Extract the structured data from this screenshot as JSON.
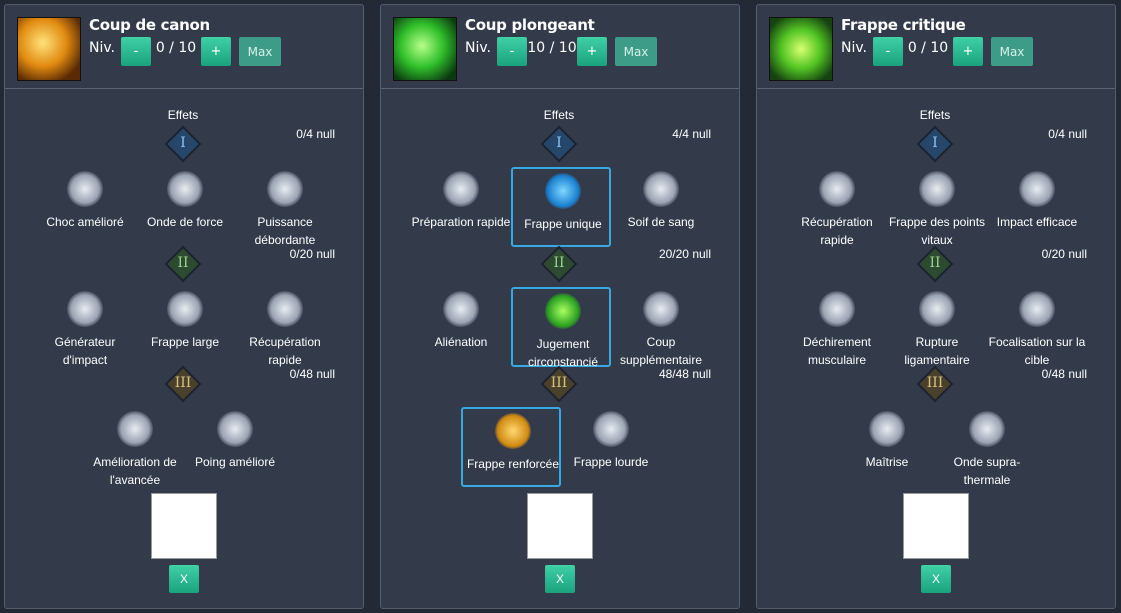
{
  "panels": [
    {
      "name": "Coup de canon",
      "niv_label": "Niv.",
      "minus": "-",
      "plus": "+",
      "max": "Max",
      "level": "0 / 10",
      "effets": "Effets",
      "tiers": [
        {
          "numeral": "I",
          "count": "0/4 null",
          "skills": [
            {
              "label": "Choc amélioré",
              "icon": "shock-swirl-icon"
            },
            {
              "label": "Onde de force",
              "icon": "force-wave-icon"
            },
            {
              "label": "Puissance débordante",
              "icon": "overflow-power-icon"
            }
          ]
        },
        {
          "numeral": "II",
          "count": "0/20 null",
          "skills": [
            {
              "label": "Générateur d'impact",
              "icon": "impact-generator-icon"
            },
            {
              "label": "Frappe large",
              "icon": "wide-strike-icon"
            },
            {
              "label": "Récupération rapide",
              "icon": "hourglass-icon"
            }
          ]
        },
        {
          "numeral": "III",
          "count": "0/48 null",
          "skills": [
            {
              "label": "Amélioration de l'avancée",
              "icon": "dash-runner-icon"
            },
            {
              "label": "Poing amélioré",
              "icon": "fist-aura-icon"
            }
          ]
        }
      ],
      "close": "X"
    },
    {
      "name": "Coup plongeant",
      "niv_label": "Niv.",
      "minus": "-",
      "plus": "+",
      "max": "Max",
      "level": "10 / 10",
      "effets": "Effets",
      "tiers": [
        {
          "numeral": "I",
          "count": "4/4 null",
          "skills": [
            {
              "label": "Préparation rapide",
              "icon": "hourglass-icon"
            },
            {
              "label": "Frappe unique",
              "icon": "single-strike-icon",
              "selected": true
            },
            {
              "label": "Soif de sang",
              "icon": "bloodlust-icon"
            }
          ]
        },
        {
          "numeral": "II",
          "count": "20/20 null",
          "skills": [
            {
              "label": "Aliénation",
              "icon": "alienation-icon"
            },
            {
              "label": "Jugement circonstancié",
              "icon": "judgement-runner-icon",
              "selected": true
            },
            {
              "label": "Coup supplémentaire",
              "icon": "extra-hit-icon"
            }
          ]
        },
        {
          "numeral": "III",
          "count": "48/48 null",
          "skills": [
            {
              "label": "Frappe renforcée",
              "icon": "reinforced-strike-icon",
              "selected": true
            },
            {
              "label": "Frappe lourde",
              "icon": "heavy-strike-icon"
            }
          ]
        }
      ],
      "close": "X"
    },
    {
      "name": "Frappe critique",
      "niv_label": "Niv.",
      "minus": "-",
      "plus": "+",
      "max": "Max",
      "level": "0 / 10",
      "effets": "Effets",
      "tiers": [
        {
          "numeral": "I",
          "count": "0/4 null",
          "skills": [
            {
              "label": "Récupération rapide",
              "icon": "hourglass-icon"
            },
            {
              "label": "Frappe des points vitaux",
              "icon": "claw-icon"
            },
            {
              "label": "Impact efficace",
              "icon": "efficient-impact-icon"
            }
          ]
        },
        {
          "numeral": "II",
          "count": "0/20 null",
          "skills": [
            {
              "label": "Déchirement musculaire",
              "icon": "muscle-tear-icon"
            },
            {
              "label": "Rupture ligamentaire",
              "icon": "ligament-rupture-icon"
            },
            {
              "label": "Focalisation sur la cible",
              "icon": "target-focus-icon"
            }
          ]
        },
        {
          "numeral": "III",
          "count": "0/48 null",
          "skills": [
            {
              "label": "Maîtrise",
              "icon": "mastery-icon"
            },
            {
              "label": "Onde supra-thermale",
              "icon": "crossed-swords-icon"
            }
          ]
        }
      ],
      "close": "X"
    }
  ],
  "colors": {
    "accent": "#3fd0a6",
    "selected_border": "#3aa8e0",
    "panel_bg": "#333b4b",
    "page_bg": "#232a36"
  }
}
